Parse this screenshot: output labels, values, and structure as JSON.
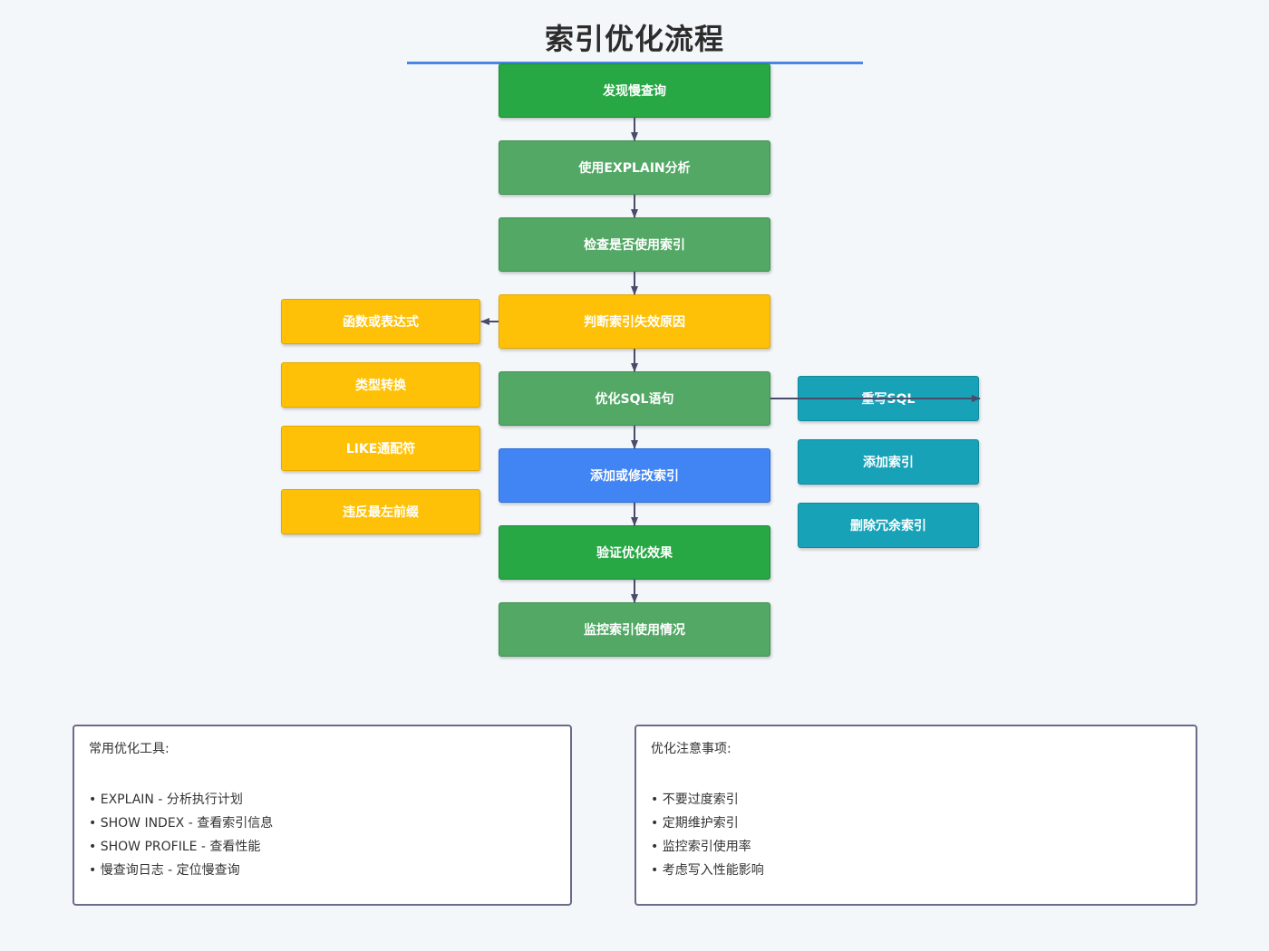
{
  "title": "索引优化流程",
  "colors": {
    "dark_green": "#28a745",
    "light_green": "#52a864",
    "yellow": "#ffc107",
    "blue": "#4185f4",
    "teal": "#17a2b8",
    "arrow": "#4a4a6a",
    "title_underline": "#4a86e8"
  },
  "main_steps": [
    {
      "label": "发现慢查询",
      "color": "dark_green"
    },
    {
      "label": "使用EXPLAIN分析",
      "color": "light_green"
    },
    {
      "label": "检查是否使用索引",
      "color": "light_green"
    },
    {
      "label": "判断索引失效原因",
      "color": "yellow"
    },
    {
      "label": "优化SQL语句",
      "color": "light_green"
    },
    {
      "label": "添加或修改索引",
      "color": "blue"
    },
    {
      "label": "验证优化效果",
      "color": "dark_green"
    },
    {
      "label": "监控索引使用情况",
      "color": "light_green"
    }
  ],
  "failure_reasons": [
    "函数或表达式",
    "类型转换",
    "LIKE通配符",
    "违反最左前缀"
  ],
  "optimizations": [
    "重写SQL",
    "添加索引",
    "删除冗余索引"
  ],
  "notes": [
    {
      "title": "常用优化工具:",
      "items": [
        "EXPLAIN - 分析执行计划",
        "SHOW INDEX - 查看索引信息",
        "SHOW PROFILE - 查看性能",
        "慢查询日志 - 定位慢查询"
      ]
    },
    {
      "title": "优化注意事项:",
      "items": [
        "不要过度索引",
        "定期维护索引",
        "监控索引使用率",
        "考虑写入性能影响"
      ]
    }
  ]
}
